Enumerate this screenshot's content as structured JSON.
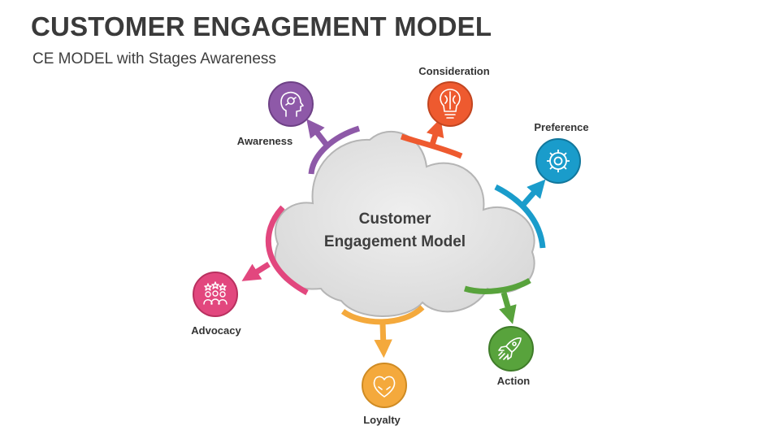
{
  "header": {
    "title": "CUSTOMER ENGAGEMENT MODEL",
    "subtitle": "CE MODEL with Stages Awareness"
  },
  "center": {
    "line1": "Customer",
    "line2": "Engagement Model"
  },
  "stages": [
    {
      "label": "Awareness",
      "color": "#8e59a8",
      "icon": "head-brain-icon"
    },
    {
      "label": "Consideration",
      "color": "#ee5a2f",
      "icon": "bulb-brain-icon"
    },
    {
      "label": "Preference",
      "color": "#1a9ccb",
      "icon": "gear-icon"
    },
    {
      "label": "Action",
      "color": "#58a33c",
      "icon": "rocket-icon"
    },
    {
      "label": "Loyalty",
      "color": "#f4a93c",
      "icon": "heart-hands-icon"
    },
    {
      "label": "Advocacy",
      "color": "#e2477e",
      "icon": "people-stars-icon"
    }
  ]
}
